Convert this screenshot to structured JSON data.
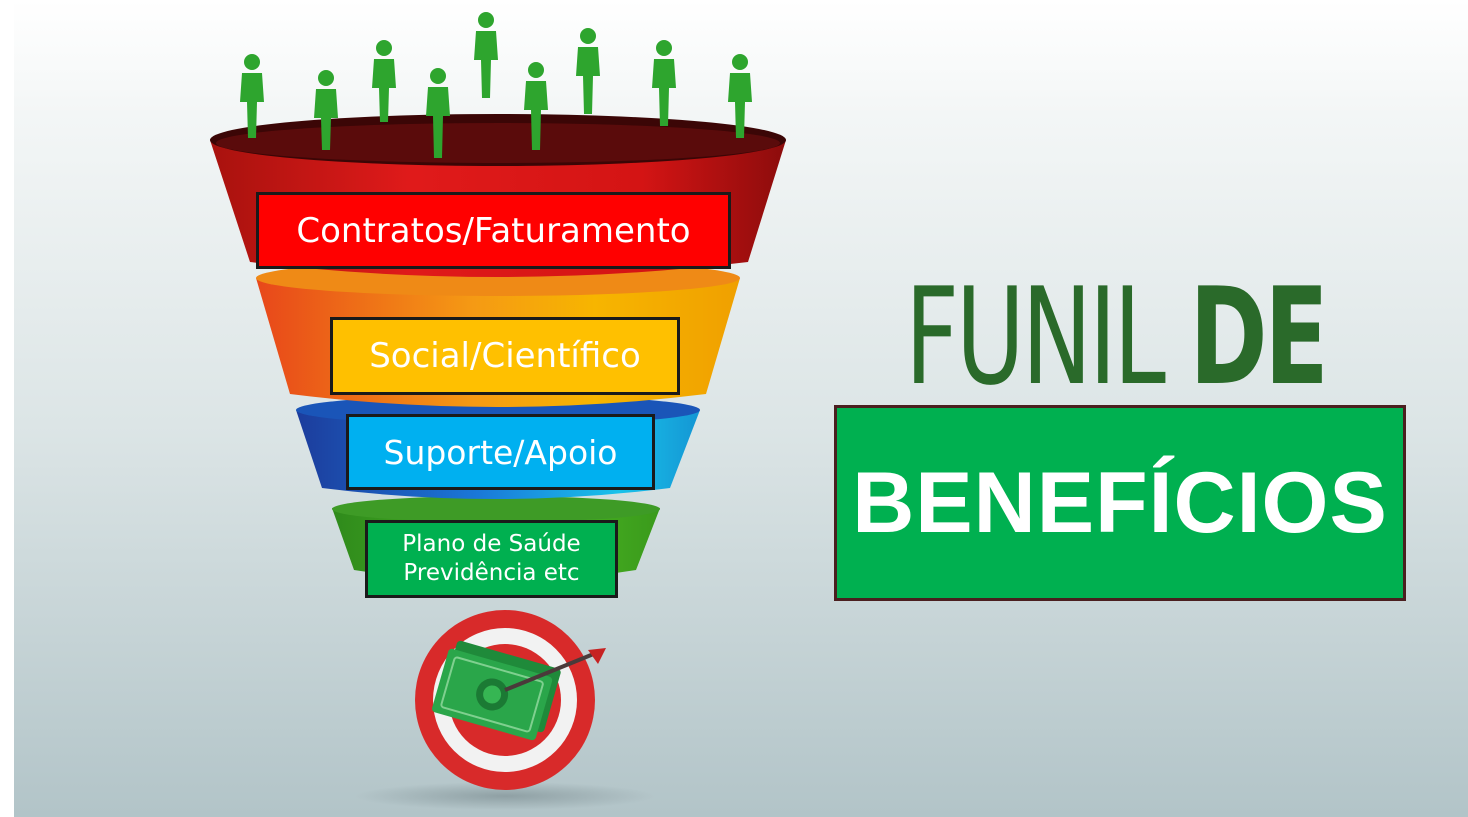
{
  "funnel": {
    "levels": [
      {
        "label": "Contratos/Faturamento",
        "color": "#ff0000"
      },
      {
        "label": "Social/Científico",
        "color": "#ffc000"
      },
      {
        "label": "Suporte/Apoio",
        "color": "#00b0f0"
      },
      {
        "label_line1": "Plano de Saúde",
        "label_line2": "Previdência etc",
        "color": "#00b050"
      }
    ],
    "icons": [
      "people-icon",
      "target-icon",
      "money-icon",
      "arrow-icon"
    ]
  },
  "title": {
    "line1_thin": "FUNIL ",
    "line1_bold": "DE",
    "line2": "BENEFÍCIOS",
    "accent": "#00b050",
    "text_green": "#2a6a2a"
  }
}
